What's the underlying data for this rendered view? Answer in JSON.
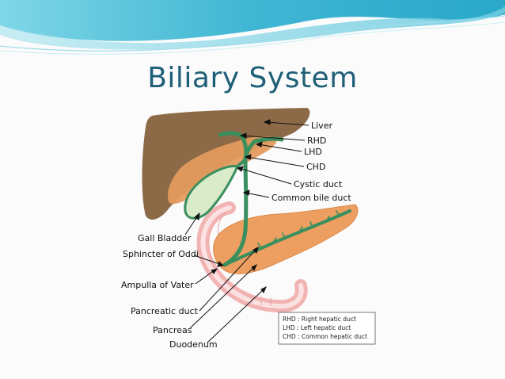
{
  "slide": {
    "title": "Biliary System"
  },
  "diagram": {
    "labels": {
      "liver": "Liver",
      "rhd": "RHD",
      "lhd": "LHD",
      "chd": "CHD",
      "cystic_duct": "Cystic duct",
      "common_bile_duct": "Common bile duct",
      "gall_bladder": "Gall Bladder",
      "sphincter_of_oddi": "Sphincter of Oddi",
      "ampulla_of_vater": "Ampulla of Vater",
      "pancreatic_duct": "Pancreatic duct",
      "pancreas": "Pancreas",
      "duodenum": "Duodenum"
    },
    "legend": [
      "RHD : Right hepatic duct",
      "LHD : Left hepatic duct",
      "CHD : Common hepatic duct"
    ],
    "colors": {
      "liver": "#8c6a47",
      "liver_lobe": "#e39b5e",
      "pancreas": "#ec9f60",
      "duct": "#3a8f5e",
      "gall_bladder": "#d9ebc9",
      "duodenum": "#f4b6b6",
      "title": "#1f5f78"
    }
  }
}
